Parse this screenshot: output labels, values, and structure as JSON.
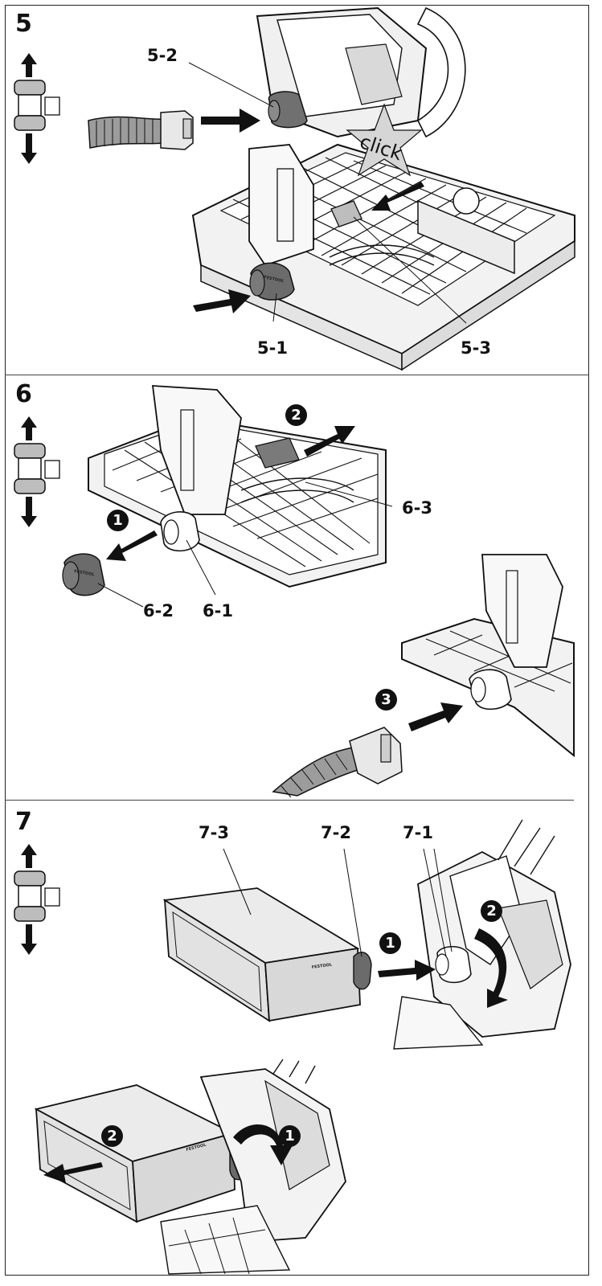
{
  "steps": [
    {
      "number": "5",
      "callouts": {
        "c1": "5-1",
        "c2": "5-2",
        "c3": "5-3"
      },
      "click_label": "click"
    },
    {
      "number": "6",
      "callouts": {
        "c1": "6-1",
        "c2": "6-2",
        "c3": "6-3"
      },
      "circled": [
        "1",
        "2",
        "3"
      ]
    },
    {
      "number": "7",
      "callouts": {
        "c1": "7-1",
        "c2": "7-2",
        "c3": "7-3"
      },
      "circled": [
        "1",
        "2",
        "2",
        "1"
      ]
    }
  ],
  "brand_mark": "FESTOOL",
  "colors": {
    "line": "#111111",
    "grey": "#e6e6e6",
    "dark_grey": "#6b6b6b"
  }
}
